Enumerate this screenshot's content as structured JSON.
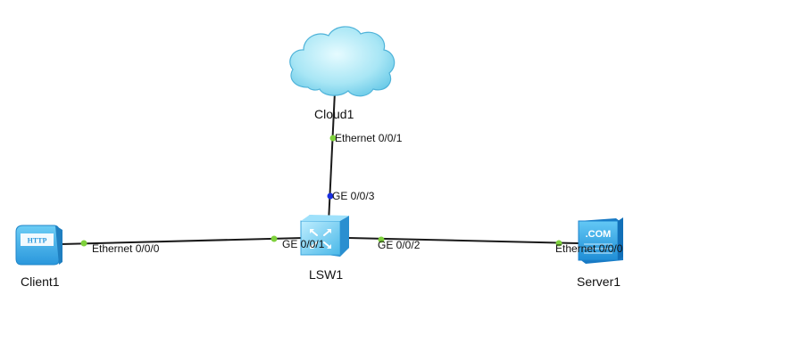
{
  "devices": {
    "cloud": {
      "name": "Cloud1",
      "icon": "cloud-icon"
    },
    "switch": {
      "name": "LSW1",
      "icon": "switch-icon"
    },
    "client": {
      "name": "Client1",
      "icon": "http-client-icon",
      "badge": "HTTP"
    },
    "server": {
      "name": "Server1",
      "icon": "dns-server-icon",
      "badge": ".COM"
    }
  },
  "ports": {
    "cloud_eth": "Ethernet 0/0/1",
    "switch_ge3": "GE 0/0/3",
    "switch_ge1": "GE 0/0/1",
    "switch_ge2": "GE 0/0/2",
    "client_eth": "Ethernet 0/0/0",
    "server_eth": "Ethernet 0/0/0"
  },
  "colors": {
    "link": "#1a1a1a",
    "port_up": "#7ed13c",
    "port_selected": "#1a2fe0",
    "cloud_fill": "#a8e6f5",
    "device_blue": "#3fb0ea"
  }
}
